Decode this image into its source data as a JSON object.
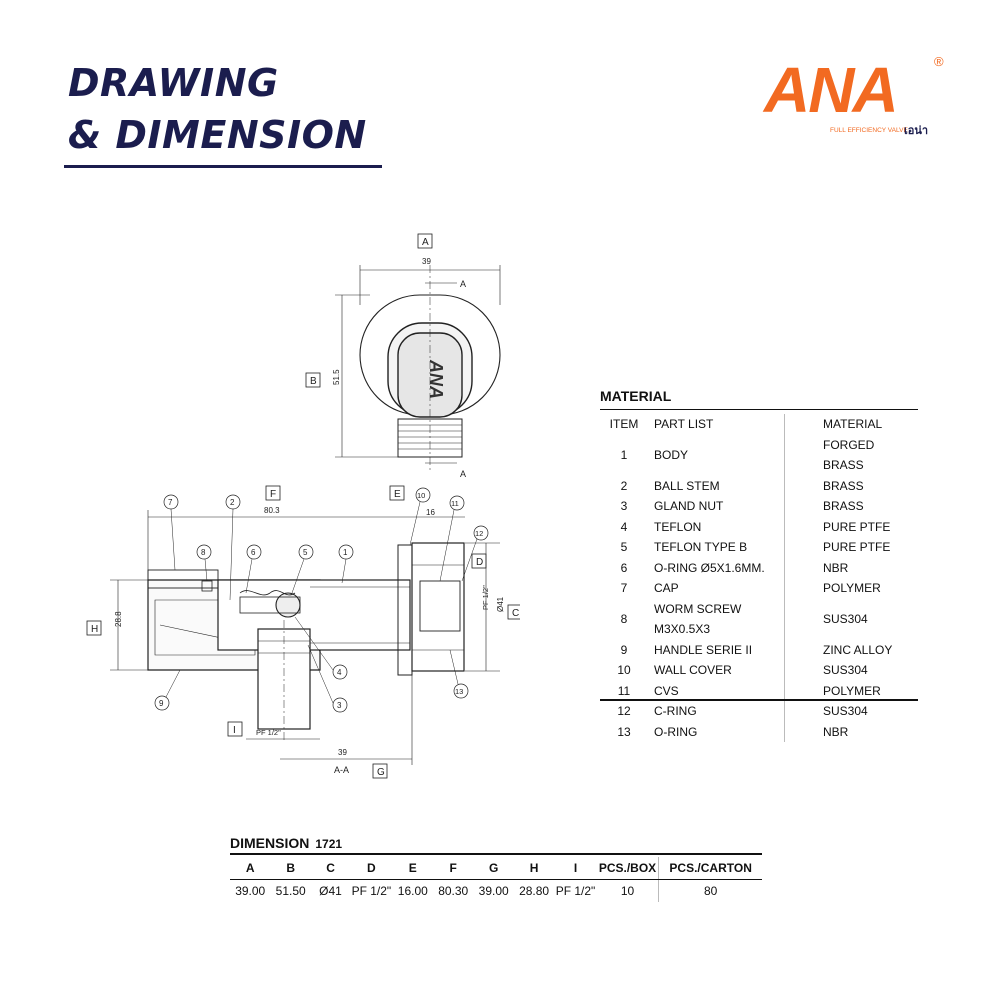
{
  "header": {
    "title_line1": "DRAWING",
    "title_line2": "& DIMENSION"
  },
  "logo": {
    "brand": "ANA",
    "registered": "®",
    "tagline": "FULL EFFICIENCY VALVE",
    "thai": "เอน่า",
    "color": "#f26a21"
  },
  "drawing": {
    "section_letter": "A",
    "dim_top": "39",
    "dim_height": "51.5",
    "label_B": "B",
    "label_F": "F",
    "label_E": "E",
    "dim_length": "80.3",
    "dim_wall": "16",
    "label_D": "D",
    "label_C": "C",
    "label_H": "H",
    "dim_h": "28.8",
    "dim_c": "Ø41",
    "thread_d": "PF 1/2\"",
    "thread_i": "PF 1/2\"",
    "label_I": "I",
    "dim_bottom": "39",
    "section_label": "A-A",
    "label_G": "G",
    "stamp": "ANA",
    "callouts": [
      "1",
      "2",
      "3",
      "4",
      "5",
      "6",
      "7",
      "8",
      "9",
      "10",
      "11",
      "12",
      "13"
    ]
  },
  "material": {
    "title": "MATERIAL",
    "headers": [
      "ITEM",
      "PART LIST",
      "MATERIAL"
    ],
    "rows": [
      [
        "1",
        "BODY",
        "FORGED BRASS"
      ],
      [
        "2",
        "BALL STEM",
        "BRASS"
      ],
      [
        "3",
        "GLAND NUT",
        "BRASS"
      ],
      [
        "4",
        "TEFLON",
        "PURE PTFE"
      ],
      [
        "5",
        "TEFLON TYPE B",
        "PURE PTFE"
      ],
      [
        "6",
        "O-RING Ø5X1.6MM.",
        "NBR"
      ],
      [
        "7",
        "CAP",
        "POLYMER"
      ],
      [
        "8",
        "WORM SCREW M3X0.5X3",
        "SUS304"
      ],
      [
        "9",
        "HANDLE SERIE II",
        "ZINC ALLOY"
      ],
      [
        "10",
        "WALL COVER",
        "SUS304"
      ],
      [
        "11",
        "CVS",
        "POLYMER"
      ],
      [
        "12",
        "C-RING",
        "SUS304"
      ],
      [
        "13",
        "O-RING",
        "NBR"
      ]
    ]
  },
  "dimension": {
    "title": "DIMENSION",
    "model": "1721",
    "headers": [
      "A",
      "B",
      "C",
      "D",
      "E",
      "F",
      "G",
      "H",
      "I",
      "PCS./BOX",
      "PCS./CARTON"
    ],
    "values": [
      "39.00",
      "51.50",
      "Ø41",
      "PF 1/2\"",
      "16.00",
      "80.30",
      "39.00",
      "28.80",
      "PF 1/2\"",
      "10",
      "80"
    ]
  }
}
